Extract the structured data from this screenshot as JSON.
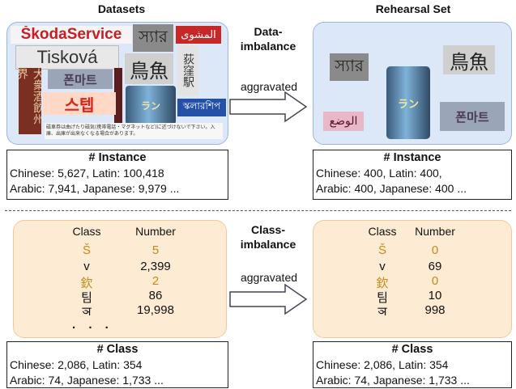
{
  "top": {
    "left_title": "Datasets",
    "right_title": "Rehearsal Set",
    "arrow_label_1": "Data-",
    "arrow_label_2": "imbalance",
    "arrow_sub": "aggravated",
    "tiles": {
      "skoda": "ŠkodaService",
      "thai1": "স্যার",
      "arabic1": "المشوى",
      "tiskova": "Tisková",
      "jp1": "鳥魚",
      "jp_vert1": "荻窪駅",
      "kr1": "폰마트",
      "jp_vert2": "大衆酒飲州界",
      "kr2": "스텝",
      "can": "ラン",
      "bengali": "স্কলারশিপ",
      "jp_notice": "磁車券は曲げたり磁気(携帯電話・マグネットなど)に近づけないで下さい。入庫、出庫が出来なくなる場合があります。",
      "rs_thai": "স্যার",
      "rs_jp": "鳥魚",
      "rs_kr": "폰마트",
      "rs_arabic": "الوضع"
    },
    "left_info": {
      "header": "# Instance",
      "line1": "Chinese: 5,627, Latin: 100,418",
      "line2": "Arabic: 7,941, Japanese: 9,979 ..."
    },
    "right_info": {
      "header": "# Instance",
      "line1": "Chinese: 400, Latin: 400,",
      "line2": "Arabic: 400, Japanese: 400 ..."
    }
  },
  "bottom": {
    "arrow_label_1": "Class-",
    "arrow_label_2": "imbalance",
    "arrow_sub": "aggravated",
    "left_table": {
      "col_class": "Class",
      "col_number": "Number",
      "rows": [
        {
          "cls": "Š",
          "num": "5"
        },
        {
          "cls": "v",
          "num": "2,399"
        },
        {
          "cls": "欽",
          "num": "2"
        },
        {
          "cls": "팀",
          "num": "86"
        },
        {
          "cls": "ञ",
          "num": "19,998"
        }
      ],
      "ellipsis": ". . ."
    },
    "right_table": {
      "col_class": "Class",
      "col_number": "Number",
      "rows": [
        {
          "cls": "Š",
          "num": "0"
        },
        {
          "cls": "v",
          "num": "69"
        },
        {
          "cls": "欽",
          "num": "0"
        },
        {
          "cls": "팀",
          "num": "10"
        },
        {
          "cls": "ञ",
          "num": "998"
        }
      ]
    },
    "left_info": {
      "header": "# Class",
      "line1": "Chinese: 2,086, Latin: 354",
      "line2": "Arabic: 74, Japanese: 1,733 ..."
    },
    "right_info": {
      "header": "# Class",
      "line1": "Chinese: 2,086, Latin: 354",
      "line2": "Arabic: 74, Japanese: 1,733 ..."
    }
  },
  "colors": {
    "blue_fill": "#dce8f8",
    "orange_fill": "#fdebd3",
    "highlight": "#c58a1c"
  }
}
